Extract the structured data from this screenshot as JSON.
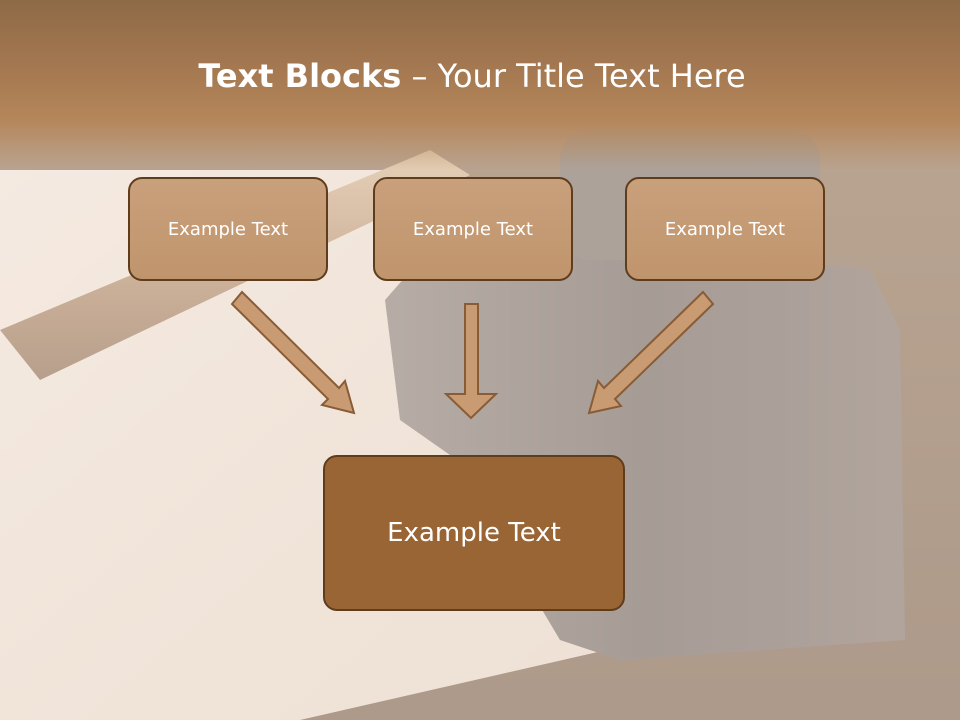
{
  "slide": {
    "title_bold": "Text Blocks",
    "title_dash": " – ",
    "title_rest": "Your Title Text Here",
    "blocks": [
      {
        "label": "Example Text"
      },
      {
        "label": "Example Text"
      },
      {
        "label": "Example Text"
      }
    ],
    "main_block": {
      "label": "Example Text"
    }
  },
  "colors": {
    "title_band": "#a47851",
    "small_box_fill": "#c49a74",
    "main_box_fill": "#9a6535",
    "box_border": "#5f3d1c",
    "arrow_fill": "#c89b73"
  }
}
